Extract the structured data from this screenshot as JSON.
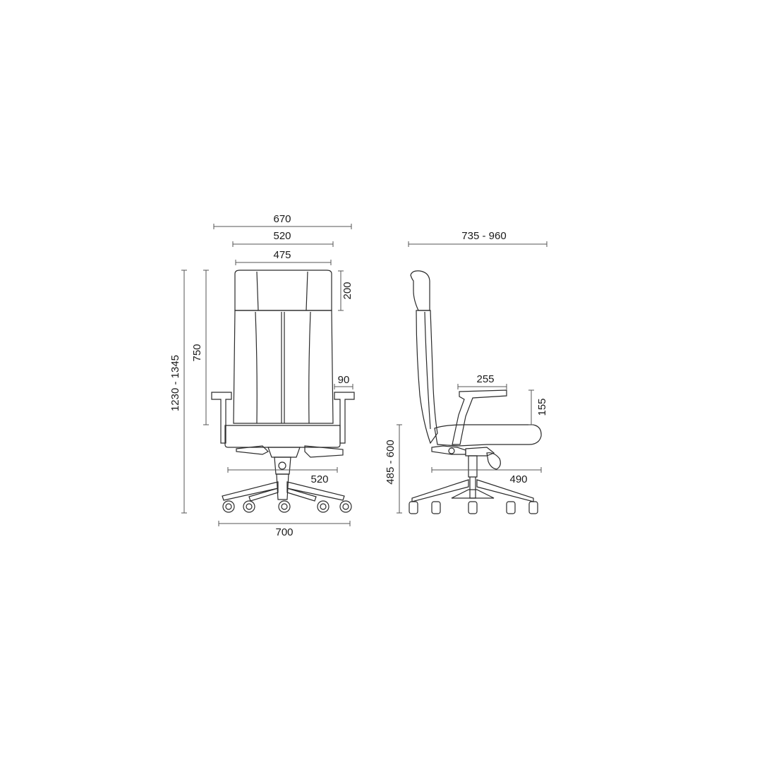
{
  "front_view": {
    "width_overall": "670",
    "width_seat": "520",
    "width_back": "475",
    "headrest_height": "200",
    "height_overall": "1230 - 1345",
    "back_height": "750",
    "armrest_width": "90",
    "seat_depth_front": "520",
    "base_diameter": "700"
  },
  "side_view": {
    "depth_overall": "735 - 960",
    "arm_length": "255",
    "arm_height": "155",
    "seat_height": "485 - 600",
    "seat_depth": "490"
  },
  "colors": {
    "line": "#2a2a2a",
    "dimension": "#555555",
    "background": "#ffffff"
  }
}
